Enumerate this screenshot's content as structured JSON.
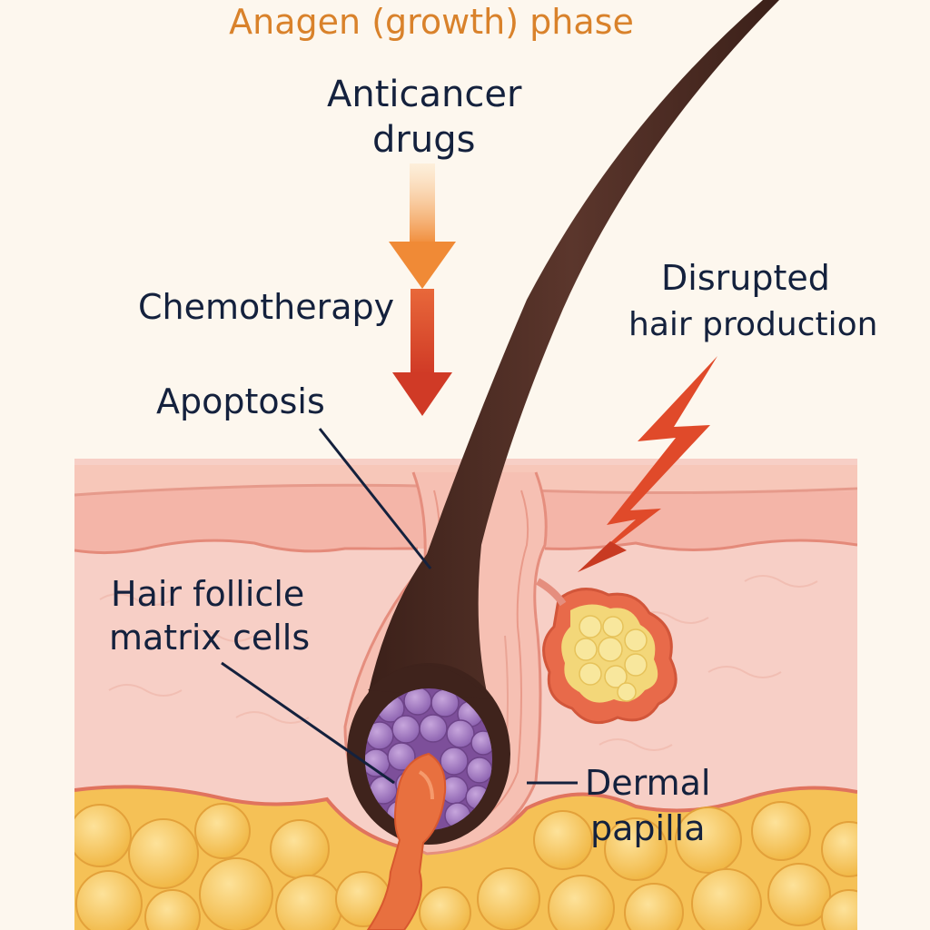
{
  "title": "Anagen (growth) phase",
  "labels": {
    "anticancer_line1": "Anticancer",
    "anticancer_line2": "drugs",
    "chemotherapy": "Chemotherapy",
    "apoptosis": "Apoptosis",
    "disrupted_line1": "Disrupted",
    "disrupted_line2": "hair production",
    "matrix_line1": "Hair follicle",
    "matrix_line2": "matrix cells",
    "papilla_line1": "Dermal",
    "papilla_line2": "papilla"
  },
  "colors": {
    "background": "#fdf7ee",
    "title": "#d9822b",
    "label_text": "#14213d",
    "drug_arrow_top": "#f6a44c",
    "drug_arrow_bottom": "#d63d2a",
    "hair_shaft": "#4a2c24",
    "matrix_cells": "#9a70b8",
    "skin_epidermis": "#f4b5a8",
    "dermis": "#f7cfc6",
    "fat_layer": "#f5c156",
    "sebaceous_gland": "#f3d779",
    "lightning": "#e04a2a"
  },
  "icons": [
    "downward-drug-arrow",
    "lightning-bolt-arrow"
  ]
}
